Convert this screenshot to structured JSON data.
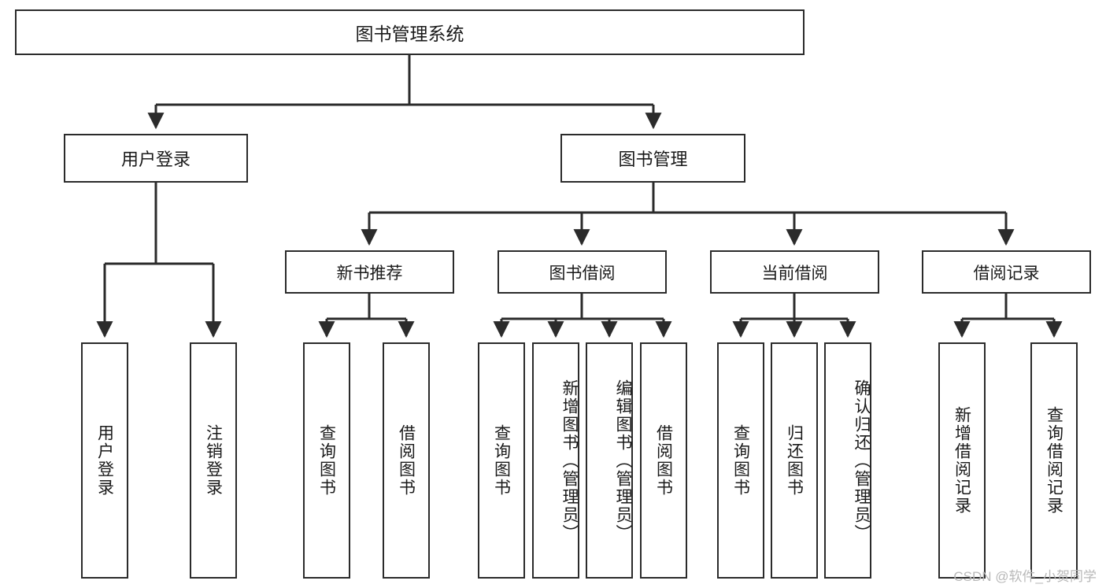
{
  "diagram": {
    "title": "图书管理系统",
    "watermark": "CSDN @软件_小贺同学",
    "colors": {
      "stroke": "#2b2b2b",
      "fill": "#ffffff",
      "text": "#1a1a1a",
      "watermark": "#b9b9b9"
    },
    "levels": {
      "root": {
        "label": "图书管理系统"
      },
      "level2": [
        {
          "label": "用户登录"
        },
        {
          "label": "图书管理"
        }
      ],
      "level3": [
        {
          "label": "新书推荐"
        },
        {
          "label": "图书借阅"
        },
        {
          "label": "当前借阅"
        },
        {
          "label": "借阅记录"
        }
      ],
      "leaves": [
        {
          "label": "用户登录",
          "parent": "用户登录"
        },
        {
          "label": "注销登录",
          "parent": "用户登录"
        },
        {
          "label": "查询图书",
          "parent": "新书推荐"
        },
        {
          "label": "借阅图书",
          "parent": "新书推荐"
        },
        {
          "label": "查询图书",
          "parent": "图书借阅"
        },
        {
          "label": "新增图书（管理员）",
          "parent": "图书借阅"
        },
        {
          "label": "编辑图书（管理员）",
          "parent": "图书借阅"
        },
        {
          "label": "借阅图书",
          "parent": "图书借阅"
        },
        {
          "label": "查询图书",
          "parent": "当前借阅"
        },
        {
          "label": "归还图书",
          "parent": "当前借阅"
        },
        {
          "label": "确认归还（管理员）",
          "parent": "当前借阅"
        },
        {
          "label": "新增借阅记录",
          "parent": "借阅记录"
        },
        {
          "label": "查询借阅记录",
          "parent": "借阅记录"
        }
      ]
    }
  }
}
